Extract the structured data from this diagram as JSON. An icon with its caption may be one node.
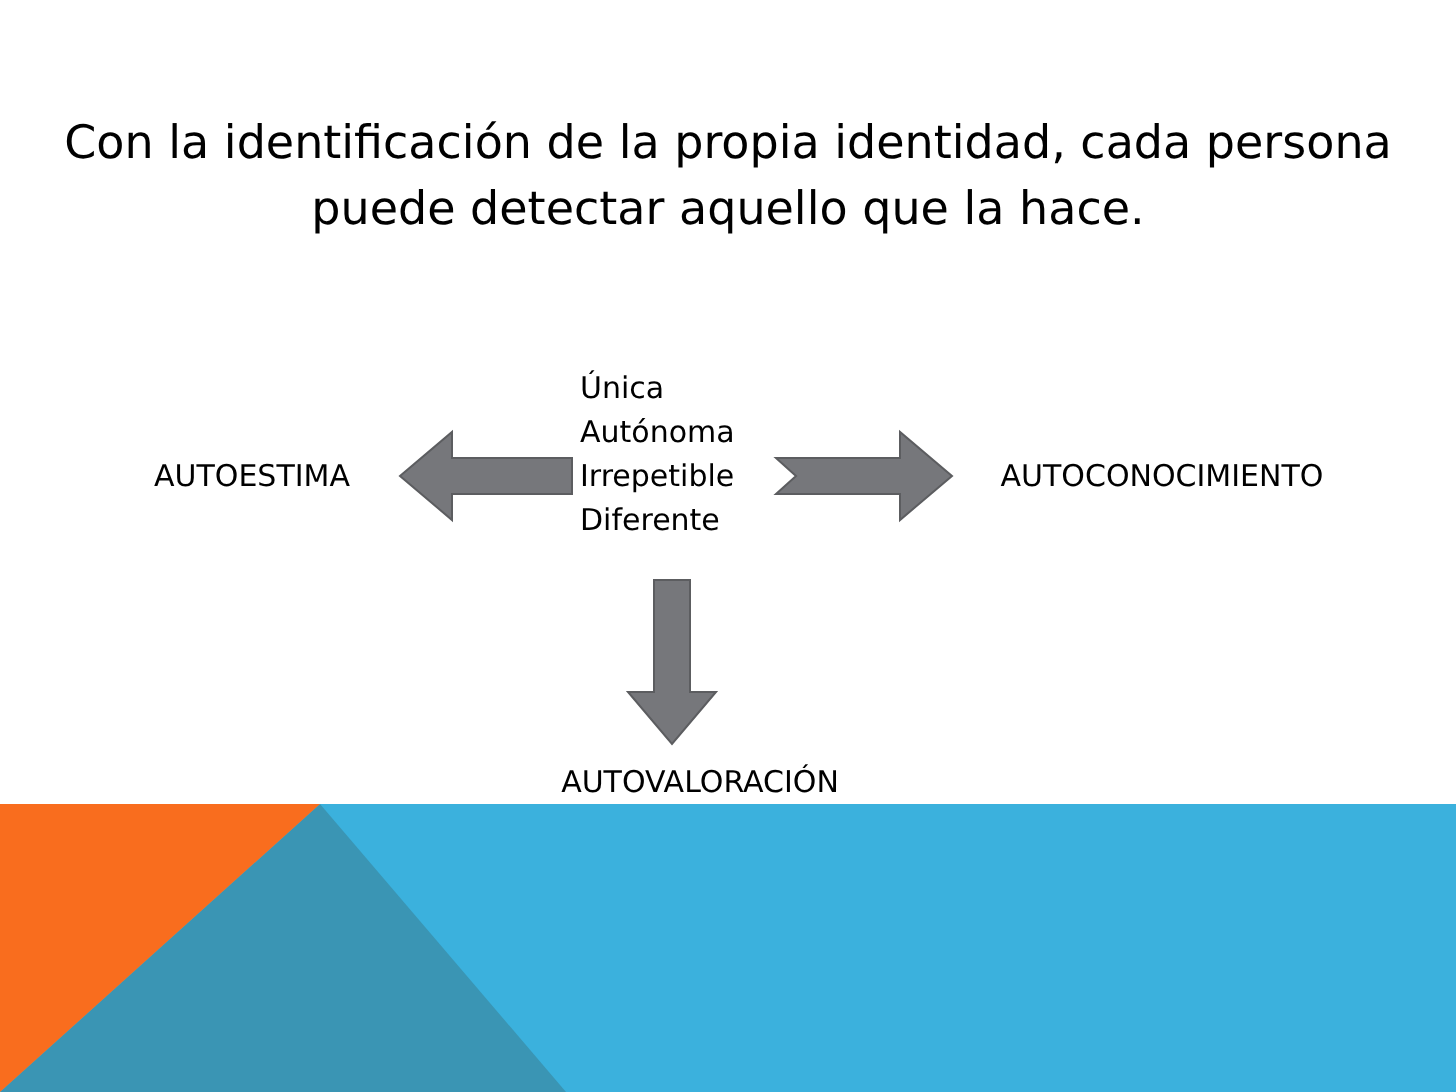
{
  "diagram": {
    "title": "Con la identificación de la propia identidad, cada persona puede detectar aquello que la hace.",
    "nodes": [
      {
        "text": [
          "Única",
          "Autónoma",
          "Irrepetible",
          "Diferente"
        ]
      },
      {
        "text": [
          "AUTOESTIMA"
        ]
      },
      {
        "text": [
          "AUTOCONOCIMIENTO"
        ]
      },
      {
        "text": [
          "AUTOVALORACIÓN"
        ]
      }
    ],
    "edges": [
      {
        "from": 0,
        "to": 1,
        "arrow": "to"
      },
      {
        "from": 0,
        "to": 2,
        "arrow": "to"
      },
      {
        "from": 0,
        "to": 3,
        "arrow": "to"
      }
    ]
  }
}
